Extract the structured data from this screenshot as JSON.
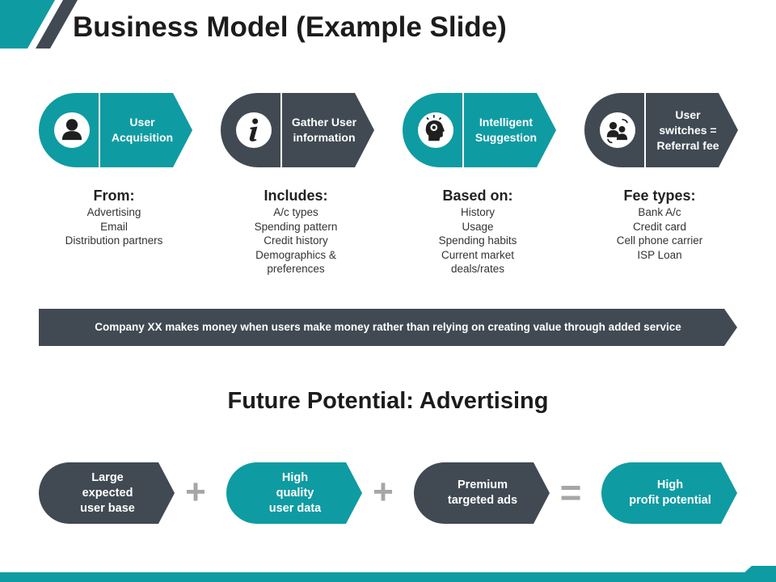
{
  "title": "Business Model (Example Slide)",
  "colors": {
    "teal": "#0f9ba2",
    "dark": "#414a53",
    "banner": "#414a53"
  },
  "steps": [
    {
      "label": "User\nAcquisition",
      "icon": "user-icon",
      "icon_color": "teal",
      "label_color": "teal",
      "heading": "From:",
      "items": [
        "Advertising",
        "Email",
        "Distribution partners"
      ]
    },
    {
      "label": "Gather User\ninformation",
      "icon": "info-icon",
      "icon_color": "dark",
      "label_color": "dark",
      "heading": "Includes:",
      "items": [
        "A/c types",
        "Spending pattern",
        "Credit history",
        "Demographics &",
        "preferences"
      ]
    },
    {
      "label": "Intelligent\nSuggestion",
      "icon": "brain-head-icon",
      "icon_color": "teal",
      "label_color": "teal",
      "heading": "Based on:",
      "items": [
        "History",
        "Usage",
        "Spending habits",
        "Current market",
        "deals/rates"
      ]
    },
    {
      "label": "User\nswitches =\nReferral fee",
      "icon": "user-switch-icon",
      "icon_color": "dark",
      "label_color": "dark",
      "heading": "Fee types:",
      "items": [
        "Bank A/c",
        "Credit card",
        "Cell phone carrier",
        "ISP Loan"
      ]
    }
  ],
  "banner": "Company XX makes money when users make money rather than relying on creating value through added service",
  "future_title": "Future Potential: Advertising",
  "equation": [
    {
      "label": "Large\nexpected\nuser base",
      "color": "dark"
    },
    {
      "label": "High\nquality\nuser data",
      "color": "teal"
    },
    {
      "label": "Premium\ntargeted ads",
      "color": "dark"
    },
    {
      "label": "High\nprofit potential",
      "color": "teal"
    }
  ],
  "operators": [
    "+",
    "+",
    "="
  ]
}
